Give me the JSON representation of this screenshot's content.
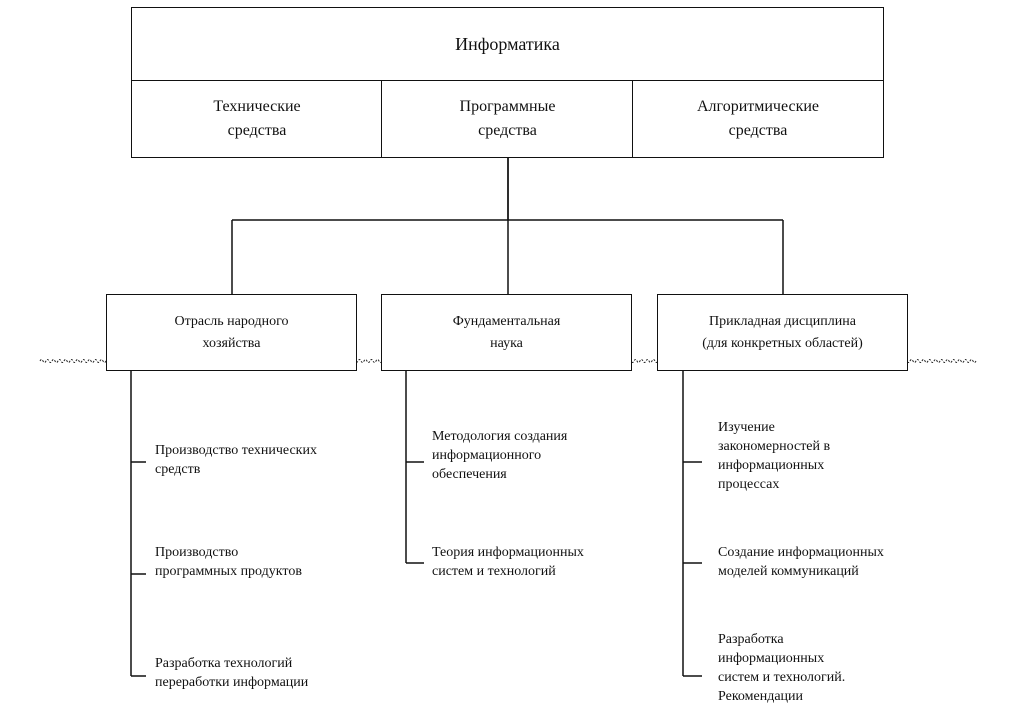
{
  "root": {
    "label": "Информатика"
  },
  "components": [
    {
      "line1": "Технические",
      "line2": "средства"
    },
    {
      "line1": "Программные",
      "line2": "средства"
    },
    {
      "line1": "Алгоритмические",
      "line2": "средства"
    }
  ],
  "branches": [
    {
      "line1": "Отрасль народного",
      "line2": "хозяйства",
      "items": [
        [
          "Производство технических",
          "средств"
        ],
        [
          "Производство",
          "программных продуктов"
        ],
        [
          "Разработка технологий",
          "переработки информации"
        ]
      ]
    },
    {
      "line1": "Фундаментальная",
      "line2": "наука",
      "items": [
        [
          "Методология создания",
          "информационного",
          "обеспечения"
        ],
        [
          "Теория информационных",
          "систем и технологий"
        ]
      ]
    },
    {
      "line1": "Прикладная дисциплина",
      "line2": "(для конкретных областей)",
      "items": [
        [
          "Изучение",
          "закономерностей в",
          "информационных",
          "процессах"
        ],
        [
          "Создание информационных",
          "моделей коммуникаций"
        ],
        [
          "Разработка",
          "информационных",
          "систем и технологий.",
          "Рекомендации"
        ]
      ]
    }
  ],
  "colors": {
    "line": "#111111",
    "background": "#ffffff"
  }
}
